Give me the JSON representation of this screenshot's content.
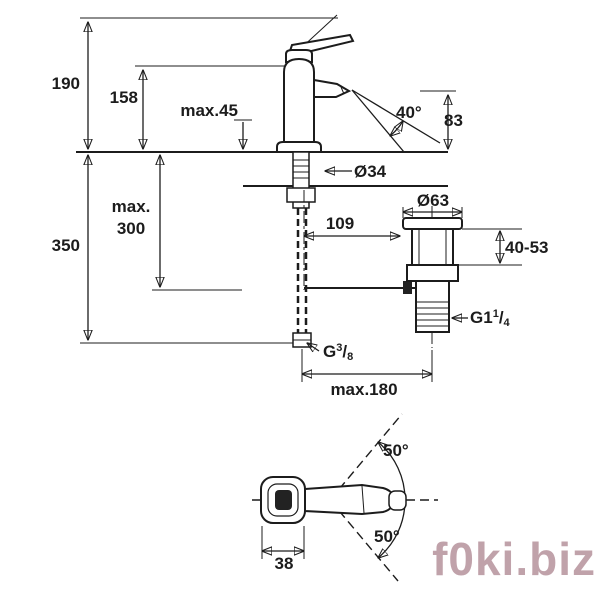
{
  "labels": {
    "dim_190": "190",
    "dim_158": "158",
    "dim_max45": "max.45",
    "angle_40": "40°",
    "dim_83": "83",
    "dim_350": "350",
    "dim_max300_line1": "max.",
    "dim_max300_line2": "300",
    "dia_34": "Ø34",
    "dim_109": "109",
    "dia_63": "Ø63",
    "dim_40_53": "40-53",
    "thread_g114_base": "G1",
    "thread_g114_sup": "1",
    "thread_g114_slash": "/",
    "thread_g114_sub": "4",
    "thread_g38_base": "G",
    "thread_g38_sup": "3",
    "thread_g38_slash": "/",
    "thread_g38_sub": "8",
    "dim_max180": "max.180",
    "angle_50_top": "50°",
    "angle_50_bottom": "50°",
    "dim_38": "38"
  },
  "watermark": {
    "text": "f0ki.biz",
    "color": "#b6929c"
  }
}
